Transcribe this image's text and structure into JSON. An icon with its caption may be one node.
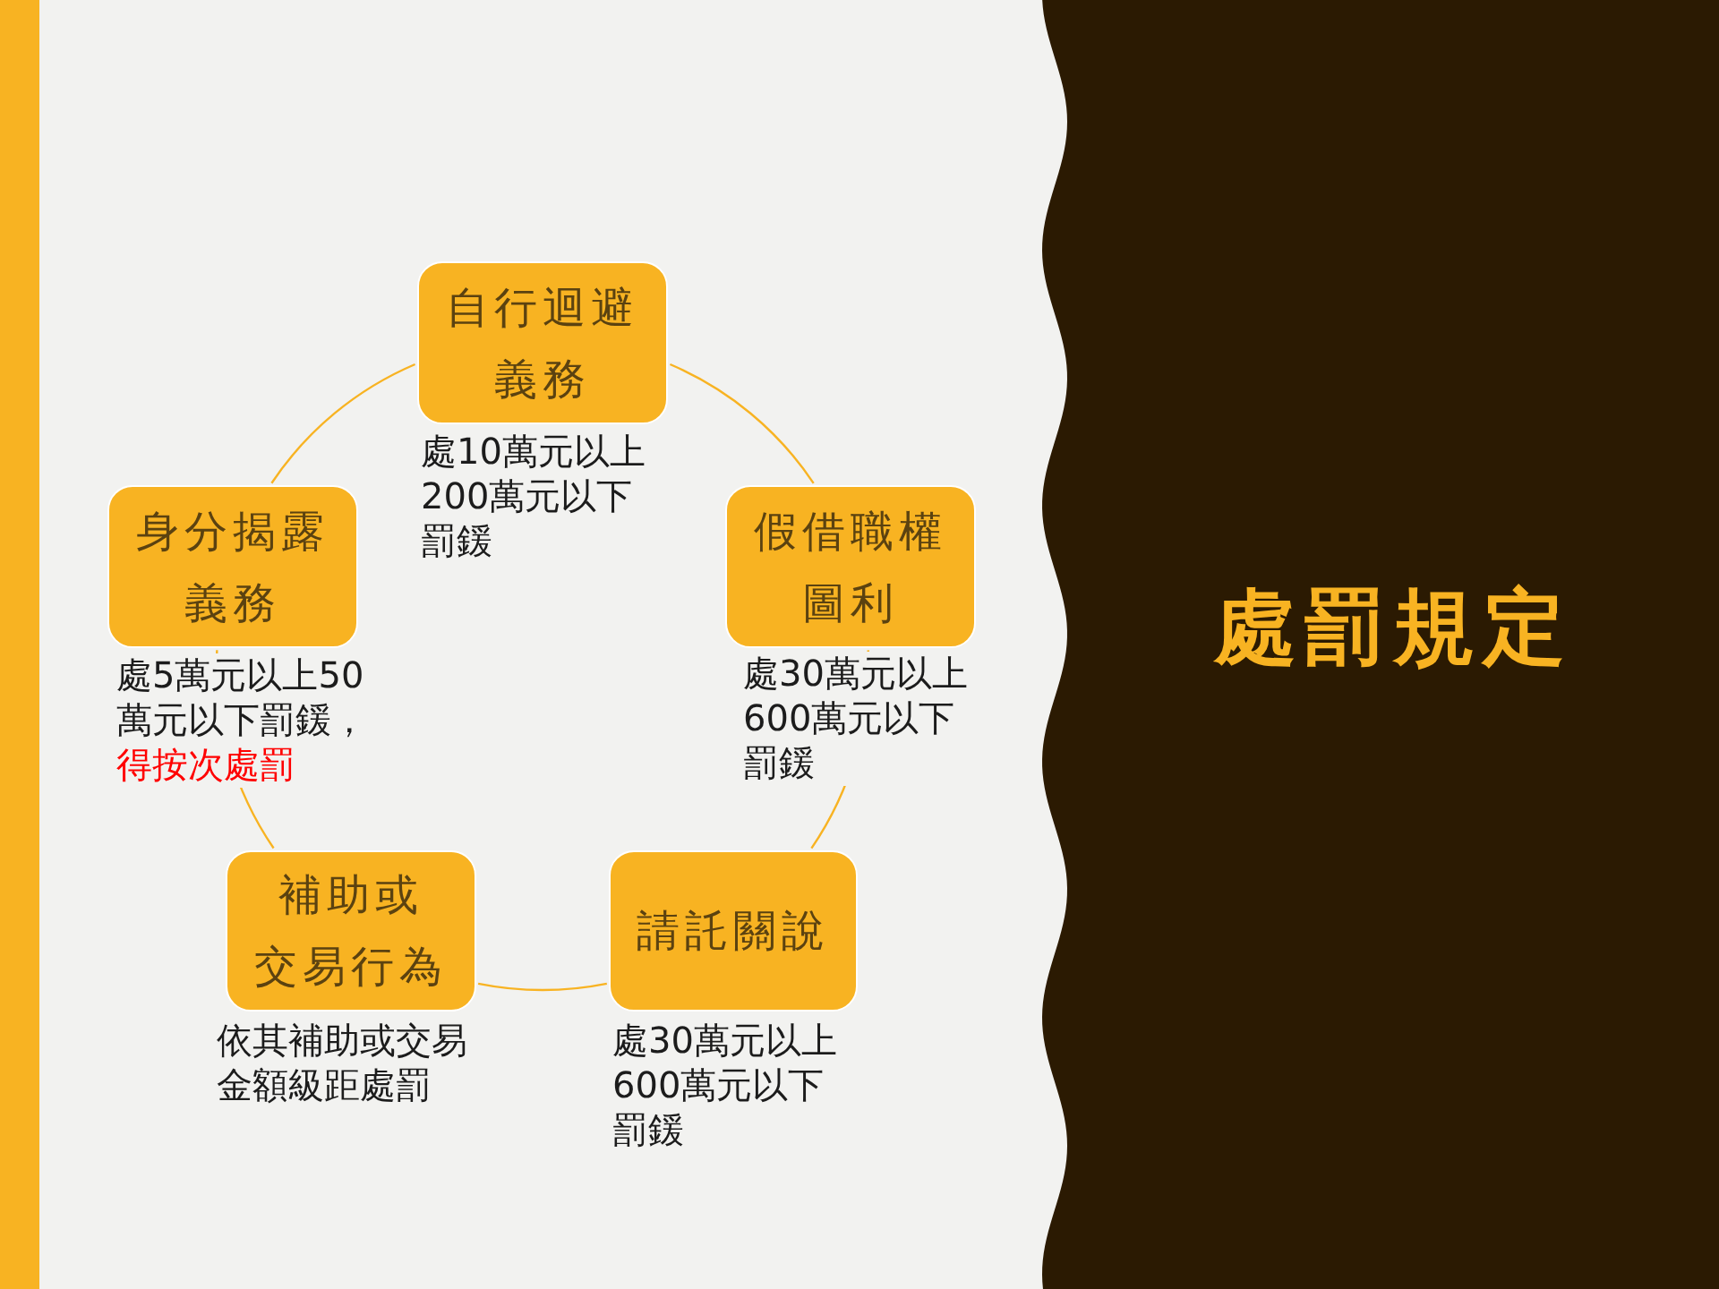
{
  "diagram": {
    "title": "處罰規定",
    "nodes": [
      {
        "text": [
          "自行迴避義務"
        ],
        "beside": [
          "處10萬元以上200萬元以下罰鍰"
        ]
      },
      {
        "text": [
          "假借職權圖利"
        ],
        "beside": [
          "處30萬元以上600萬元以下罰鍰"
        ]
      },
      {
        "text": [
          "請託關說"
        ],
        "beside": [
          "處30萬元以上600萬元以下罰鍰"
        ]
      },
      {
        "text": [
          "補助或交易行為"
        ],
        "beside": [
          "依其補助或交易金額級距處罰"
        ]
      },
      {
        "text": [
          "身分揭露義務"
        ],
        "beside": [
          "處5萬元以上50萬元以下罰鍰，",
          "得按次處罰"
        ]
      }
    ],
    "edges": [
      {
        "from": 0,
        "to": 1,
        "arrow": "none"
      },
      {
        "from": 1,
        "to": 2,
        "arrow": "none"
      },
      {
        "from": 2,
        "to": 3,
        "arrow": "none"
      },
      {
        "from": 3,
        "to": 4,
        "arrow": "none"
      },
      {
        "from": 4,
        "to": 0,
        "arrow": "none"
      }
    ]
  }
}
